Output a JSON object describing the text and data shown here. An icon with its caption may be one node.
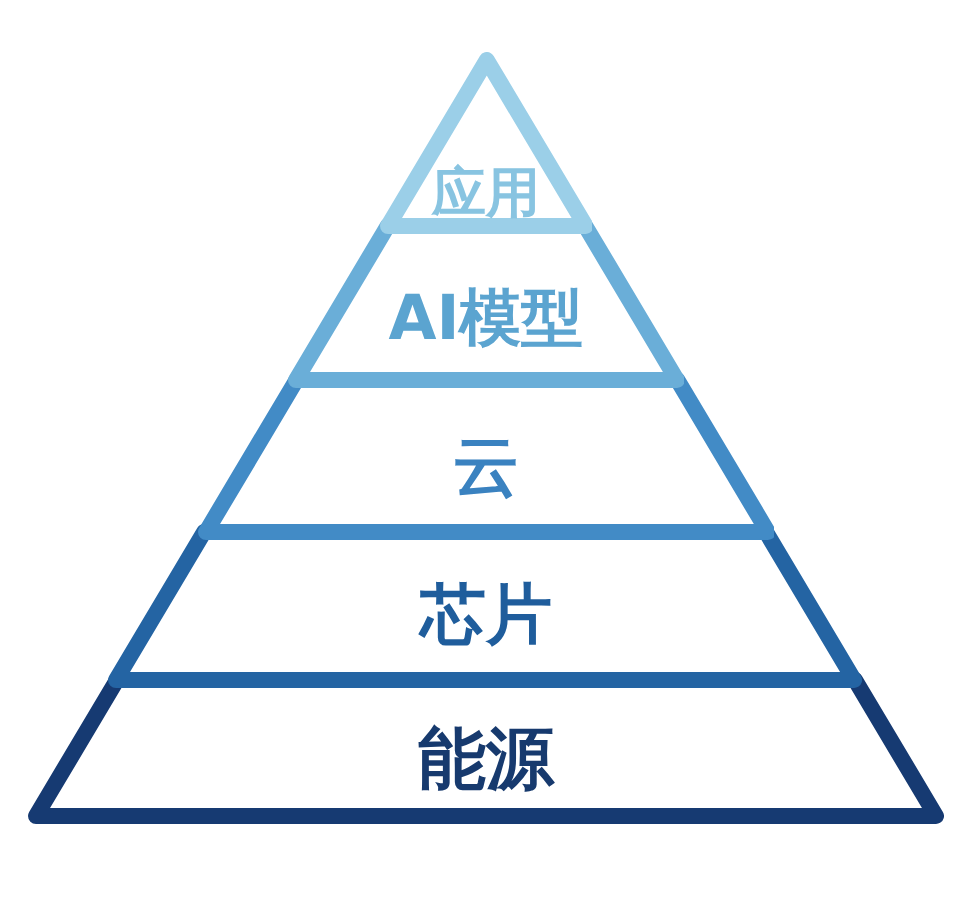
{
  "diagram": {
    "nodes": [
      {
        "text": [
          "应用"
        ]
      },
      {
        "text": [
          "AI模型"
        ]
      },
      {
        "text": [
          "云"
        ]
      },
      {
        "text": [
          "芯片"
        ]
      },
      {
        "text": [
          "能源"
        ]
      }
    ]
  }
}
